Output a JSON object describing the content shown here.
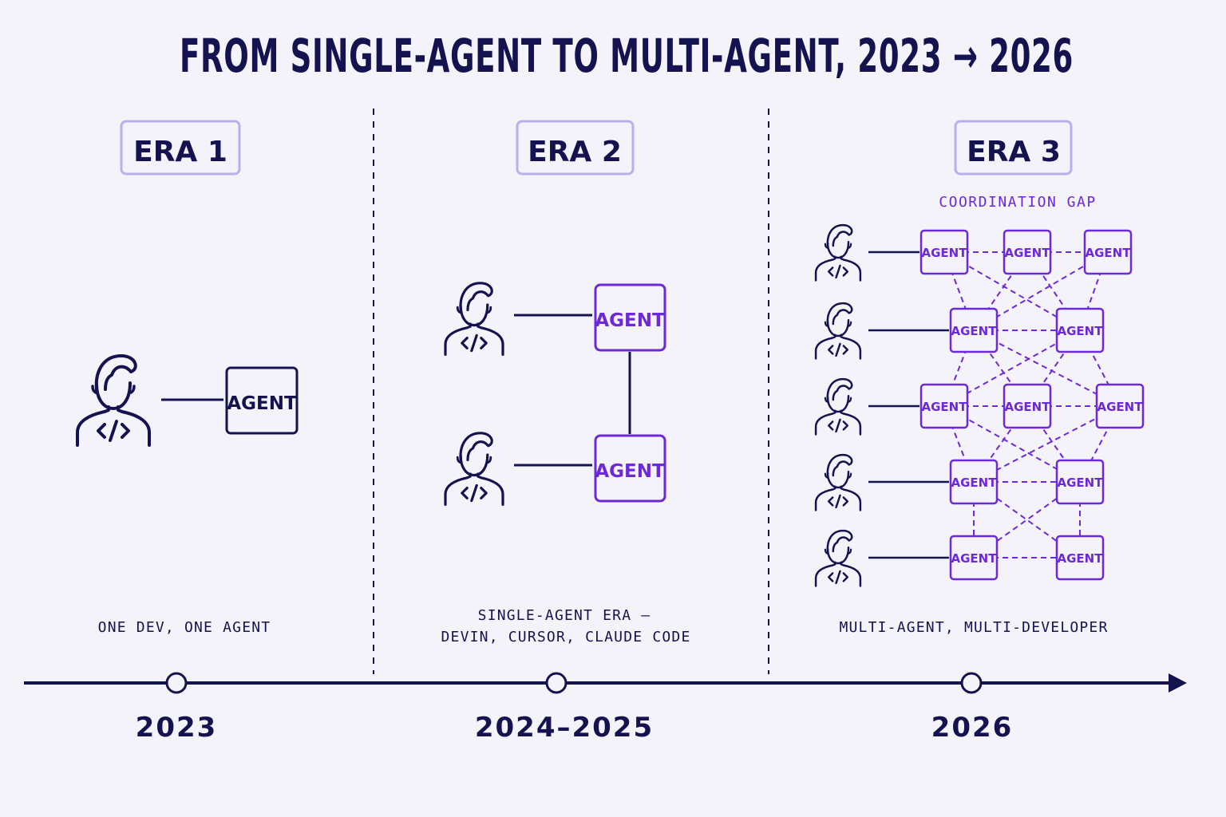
{
  "title": "FROM SINGLE-AGENT TO MULTI-AGENT, 2023 → 2026",
  "agent_label": "AGENT",
  "colors": {
    "navy": "#15134f",
    "purple": "#6d28d9",
    "badge_border": "#b8b0ea",
    "background": "#f4f3fa"
  },
  "eras": [
    {
      "badge": "ERA 1",
      "caption_lines": [
        "ONE DEV, ONE AGENT"
      ],
      "year": "2023"
    },
    {
      "badge": "ERA 2",
      "caption_lines": [
        "SINGLE-AGENT ERA —",
        "DEVIN, CURSOR, CLAUDE CODE"
      ],
      "year": "2024–2025"
    },
    {
      "badge": "ERA 3",
      "caption_lines": [
        "MULTI-AGENT, MULTI-DEVELOPER"
      ],
      "year": "2026",
      "annotation": "COORDINATION GAP"
    }
  ],
  "icons": [
    "developer-icon",
    "code-brackets-icon",
    "timeline-arrow-icon"
  ]
}
